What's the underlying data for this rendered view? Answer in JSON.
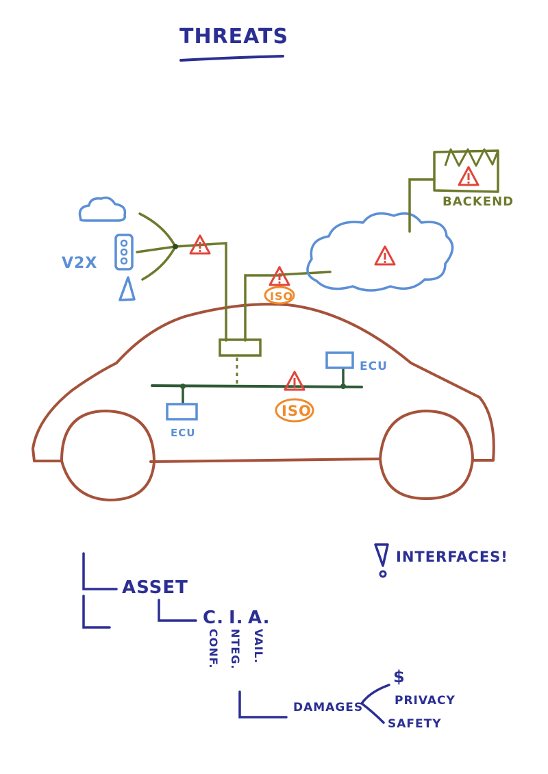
{
  "title": "THREATS",
  "v2x": {
    "label": "V2X"
  },
  "backend": {
    "label": "BACKEND"
  },
  "ecu": {
    "left_label": "ECU",
    "right_label": "ECU"
  },
  "iso": {
    "top_label": "ISO",
    "bus_label": "ISO"
  },
  "interfaces": {
    "label": "INTERFACES!"
  },
  "hierarchy": {
    "asset": "ASSET",
    "cia": {
      "c": "C.",
      "i": "I.",
      "a": "A."
    },
    "conf": "CONF.",
    "integ": "NTEG.",
    "avail": "VAIL.",
    "damages": "DAMAGES",
    "outcomes": [
      "$",
      "PRIVACY",
      "SAFETY"
    ]
  },
  "colors": {
    "navy": "#2b2f93",
    "blue": "#5b8fd6",
    "olive": "#6c7a2c",
    "dark_green": "#2f5a37",
    "car_outline": "#a5523b",
    "warning_red": "#e0453a",
    "iso_orange": "#ef8a2c"
  }
}
